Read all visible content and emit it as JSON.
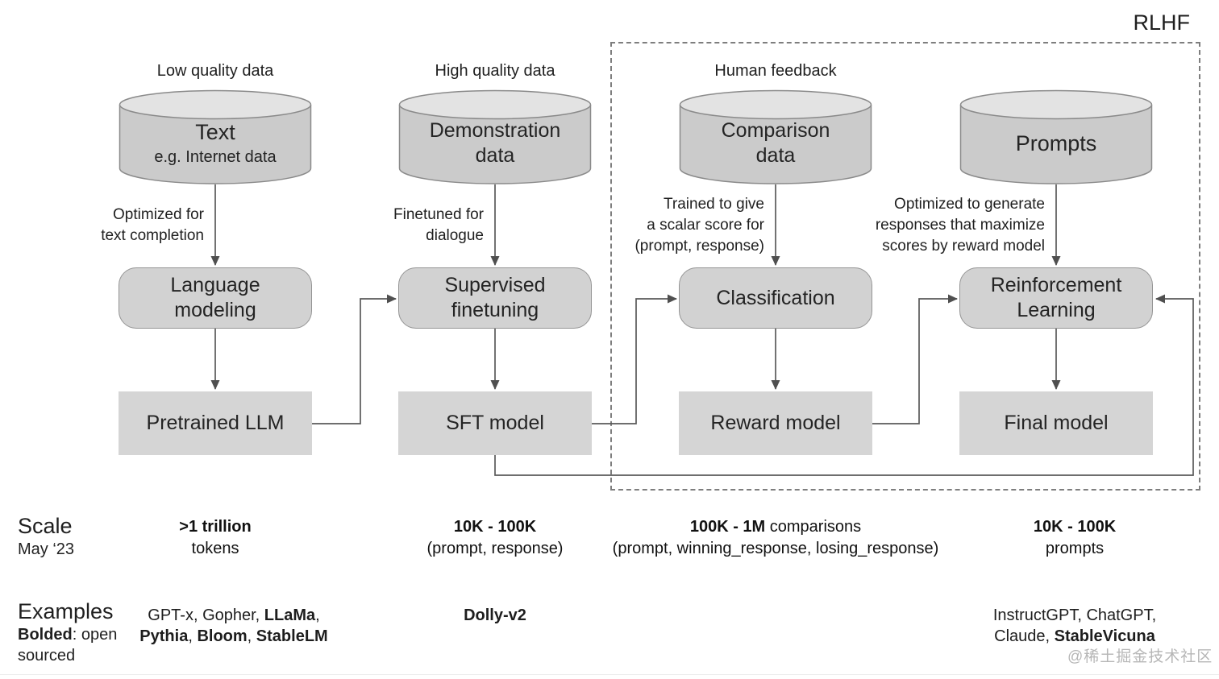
{
  "rlhf": {
    "label": "RLHF"
  },
  "watermark": "@稀土掘金技术社区",
  "colors": {
    "cylinder_body": "#cbcbcb",
    "cylinder_top": "#e3e3e3",
    "shape_stroke": "#8a8a8a",
    "process_fill": "#d2d2d2",
    "model_fill": "#d5d5d5",
    "arrow": "#555555",
    "text": "#222222",
    "watermark_gray": "#b6b6b6"
  },
  "legend": {
    "scale_title": "Scale",
    "scale_subtitle": "May ‘23",
    "examples_title": "Examples",
    "examples_note_line1": [
      {
        "t": "Bolded",
        "b": true
      },
      {
        "t": ": open",
        "b": false
      }
    ],
    "examples_note_line2": "sourced"
  },
  "columns": [
    {
      "header": "Low quality data",
      "cylinder": {
        "title": "Text",
        "subtitle": "e.g. Internet data"
      },
      "annotation": [
        "Optimized for",
        "text completion"
      ],
      "process": "Language modeling",
      "model": "Pretrained LLM",
      "scale_line1": [
        {
          "t": ">1 trillion",
          "b": true
        }
      ],
      "scale_line2": "tokens",
      "examples": [
        [
          {
            "t": "GPT-x, Gopher, ",
            "b": false
          },
          {
            "t": "LLaMa",
            "b": true
          },
          {
            "t": ",",
            "b": false
          }
        ],
        [
          {
            "t": "Pythia",
            "b": true
          },
          {
            "t": ", ",
            "b": false
          },
          {
            "t": "Bloom",
            "b": true
          },
          {
            "t": ", ",
            "b": false
          },
          {
            "t": "StableLM",
            "b": true
          }
        ]
      ]
    },
    {
      "header": "High quality data",
      "cylinder": {
        "title": "Demonstration data"
      },
      "annotation": [
        "Finetuned for",
        "dialogue"
      ],
      "process": "Supervised finetuning",
      "model": "SFT model",
      "scale_line1": [
        {
          "t": "10K - 100K",
          "b": true
        }
      ],
      "scale_line2": "(prompt, response)",
      "examples": [
        [
          {
            "t": "Dolly-v2",
            "b": true
          }
        ]
      ]
    },
    {
      "header": "Human feedback",
      "cylinder": {
        "title": "Comparison data"
      },
      "annotation": [
        "Trained to give",
        "a scalar score for",
        "(prompt, response)"
      ],
      "process": "Classification",
      "model": "Reward model",
      "scale_line1": [
        {
          "t": "100K - 1M",
          "b": true
        },
        {
          "t": " comparisons",
          "b": false
        }
      ],
      "scale_line2": "(prompt, winning_response, losing_response)",
      "examples": []
    },
    {
      "cylinder": {
        "title": "Prompts"
      },
      "annotation": [
        "Optimized to generate",
        "responses that maximize",
        "scores by reward model"
      ],
      "process": "Reinforcement Learning",
      "model": "Final model",
      "scale_line1": [
        {
          "t": "10K - 100K",
          "b": true
        }
      ],
      "scale_line2": "prompts",
      "examples": [
        [
          {
            "t": "InstructGPT, ChatGPT,",
            "b": false
          }
        ],
        [
          {
            "t": "Claude, ",
            "b": false
          },
          {
            "t": "StableVicuna",
            "b": true
          }
        ]
      ]
    }
  ]
}
